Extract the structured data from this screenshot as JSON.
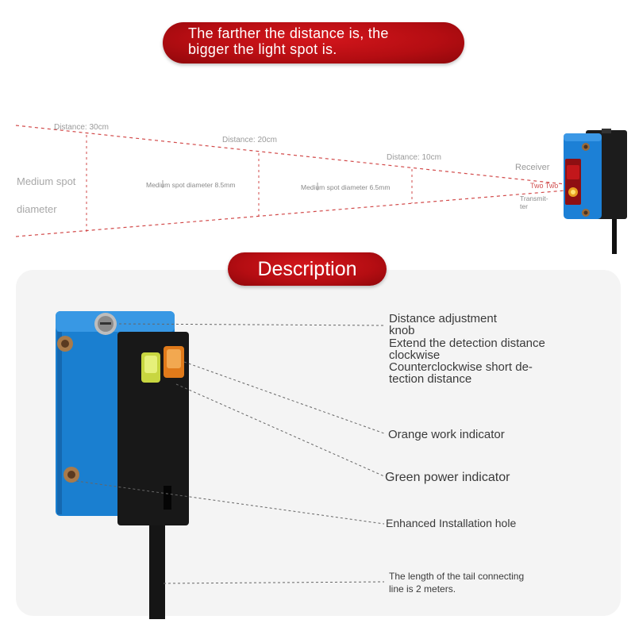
{
  "header": {
    "line1": "The farther the distance is, the",
    "line2": "bigger the light spot is."
  },
  "diagram": {
    "distance_30": "Distance: 30cm",
    "distance_20": "Distance: 20cm",
    "distance_10": "Distance: 10cm",
    "spot_left_line1": "Medium spot",
    "spot_left_line2": "diameter",
    "spot_20": "Medium spot diameter 8.5mm",
    "spot_10": "Medium spot diameter 6.5mm",
    "receiver": "Receiver",
    "two_two": "Two Two",
    "transmitter_line1": "Transmit-",
    "transmitter_line2": "ter"
  },
  "section_title": "Description",
  "callouts": {
    "knob_line1": "Distance adjustment",
    "knob_line2": "knob",
    "extend_line1": "Extend the detection distance",
    "extend_line2": "clockwise",
    "counter_line1": "Counterclockwise short de-",
    "counter_line2": "tection distance",
    "orange": "Orange work indicator",
    "green": "Green power indicator",
    "hole": "Enhanced Installation hole",
    "tail_line1": "The length of the tail connecting",
    "tail_line2": "line is 2 meters."
  },
  "colors": {
    "accent_red": "#c0101a",
    "sensor_blue": "#1a7fd0",
    "dashed_red": "#d04040"
  }
}
